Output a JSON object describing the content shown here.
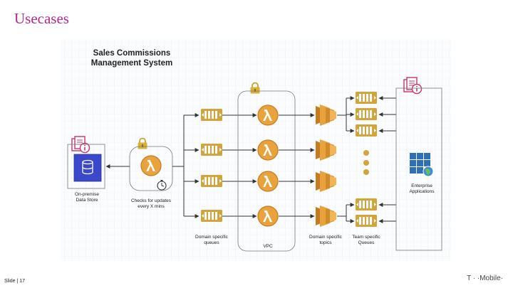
{
  "slide": {
    "title": "Usecases",
    "number": "Slide | 17",
    "brand": "T · ·Mobile·"
  },
  "diagram": {
    "title_line1": "Sales Commissions",
    "title_line2": "Management System",
    "datastore_label_1": "On-premise",
    "datastore_label_2": "Data Store",
    "poller_label_1": "Checks for updates",
    "poller_label_2": "every X mins",
    "queues_label_1": "Domain specific",
    "queues_label_2": "queues",
    "vpc_label": "VPC",
    "topics_label_1": "Domain specific",
    "topics_label_2": "topics",
    "team_queues_label_1": "Team specific",
    "team_queues_label_2": "Queues",
    "enterprise_label_1": "Enterprise",
    "enterprise_label_2": "Applications",
    "lambda_glyph": "λ",
    "icons": [
      "lock-icon",
      "database-icon",
      "lambda-icon",
      "timer-icon",
      "queue-icon",
      "sns-topic-icon",
      "enterprise-apps-icon",
      "info-icon"
    ],
    "colors": {
      "aws_orange": "#e8a33d",
      "aws_dark_orange": "#c77b20",
      "queue_gold": "#d4a43c",
      "db_blue": "#3b48cc",
      "grid_blue": "#2f6fb5",
      "info_pink": "#c7346f",
      "title_pink": "#b5268e"
    }
  }
}
